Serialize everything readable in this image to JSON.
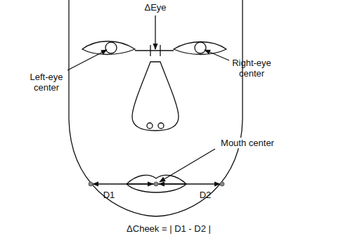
{
  "diagram": {
    "labels": [
      "ΔEye",
      "Left-eye center",
      "Right-eye center",
      "Mouth center",
      "D1",
      "D2",
      "ΔCheek = | D1 - D2 |"
    ]
  }
}
